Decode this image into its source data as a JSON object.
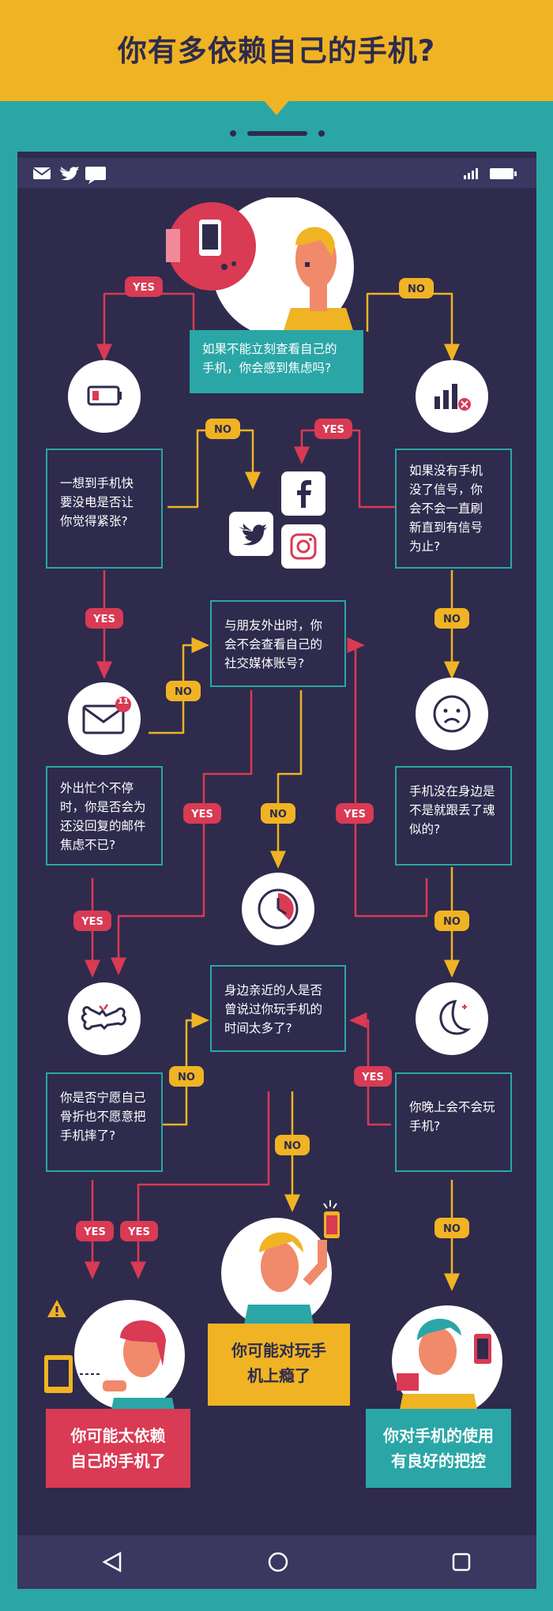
{
  "title": "你有多依赖自己的手机?",
  "colors": {
    "yellow": "#f0b323",
    "red": "#d93a54",
    "teal": "#2aa6a6",
    "navy": "#2e2b4d"
  },
  "questions": {
    "q1": [
      "如果不能立刻查看自己的",
      "手机，你会感到焦虑吗?"
    ],
    "q2": [
      "一想到手机快",
      "要没电是否让",
      "你觉得紧张?"
    ],
    "q3": [
      "如果没有手机",
      "没了信号，你",
      "会不会一直刷",
      "新直到有信号",
      "为止?"
    ],
    "q4": [
      "与朋友外出时，你",
      "会不会查看自己的",
      "社交媒体账号?"
    ],
    "q5": [
      "外出忙个不停",
      "时，你是否会为",
      "还没回复的邮件",
      "焦虑不已?"
    ],
    "q6": [
      "手机没在身边是",
      "不是就跟丢了魂",
      "似的?"
    ],
    "q7": [
      "身边亲近的人是否",
      "曾说过你玩手机的",
      "时间太多了?"
    ],
    "q8": [
      "你是否宁愿自己",
      "骨折也不愿意把",
      "手机摔了?"
    ],
    "q9": [
      "你晚上会不会玩",
      "手机?"
    ]
  },
  "results": {
    "r1": [
      "你可能太依赖",
      "自己的手机了"
    ],
    "r2": [
      "你可能对玩手",
      "机上瘾了"
    ],
    "r3": [
      "你对手机的使用",
      "有良好的把控"
    ]
  },
  "labels": {
    "yes": "YES",
    "no": "NO"
  },
  "badge_count": "11",
  "icons": [
    "mail-icon",
    "twitter-icon",
    "chat-icon",
    "signal-icon",
    "battery-icon",
    "battery-low-icon",
    "no-signal-icon",
    "facebook-icon",
    "instagram-icon",
    "envelope-icon",
    "sad-face-icon",
    "clock-icon",
    "broken-bone-icon",
    "moon-icon",
    "back-icon",
    "home-icon",
    "recents-icon",
    "warning-icon"
  ]
}
